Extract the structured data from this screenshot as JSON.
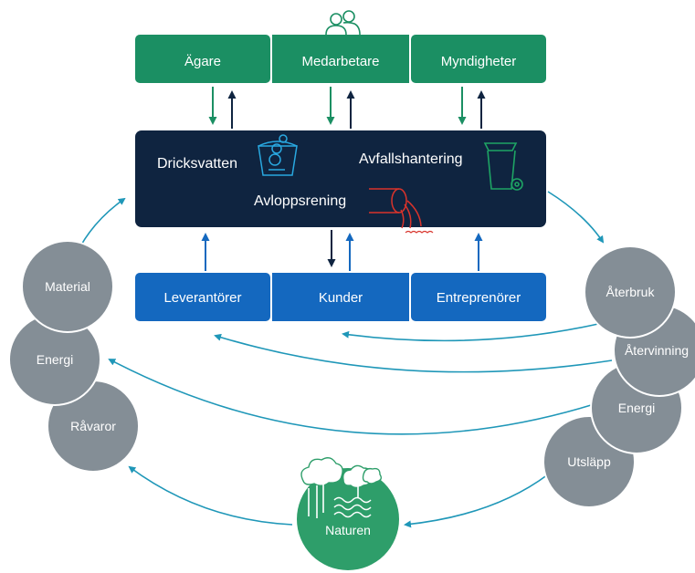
{
  "colors": {
    "green": "#1b8f63",
    "navy": "#0f2440",
    "blue": "#1468bf",
    "gray": "#848e96",
    "teal": "#1f97b8",
    "nature": "#2e9e6a",
    "red": "#d8332b",
    "white": "#ffffff"
  },
  "top_boxes": [
    "Ägare",
    "Medarbetare",
    "Myndigheter"
  ],
  "center": {
    "drinking": "Dricksvatten",
    "waste": "Avfallshantering",
    "sewage": "Avloppsrening"
  },
  "bottom_boxes": [
    "Leverantörer",
    "Kunder",
    "Entreprenörer"
  ],
  "left_circles": [
    "Material",
    "Energi",
    "Råvaror"
  ],
  "right_circles": [
    "Återbruk",
    "Återvinning",
    "Energi",
    "Utsläpp"
  ],
  "nature": "Naturen",
  "icons": {
    "people": "people-icon",
    "bucket": "water-bucket-icon",
    "bin": "waste-bin-icon",
    "pipe": "sewage-pipe-icon",
    "trees": "trees-icon"
  }
}
